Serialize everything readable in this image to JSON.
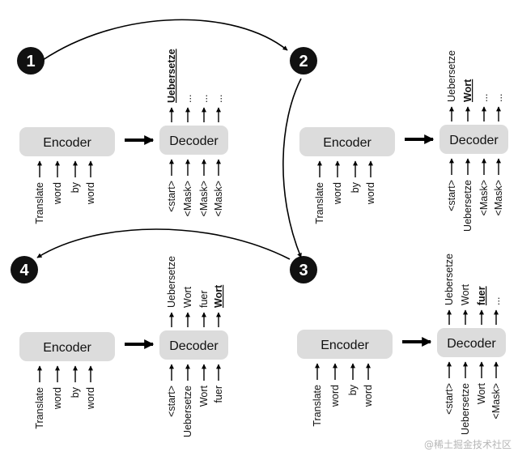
{
  "encoder_label": "Encoder",
  "decoder_label": "Decoder",
  "steps": [
    {
      "number": "1",
      "inputs": [
        "Translate",
        "word",
        "by",
        "word"
      ],
      "decoder_inputs": [
        "<start>",
        "<Mask>",
        "<Mask>",
        "<Mask>"
      ],
      "outputs": [
        "Uebersetze",
        "...",
        "...",
        "..."
      ],
      "highlight_index": 0
    },
    {
      "number": "2",
      "inputs": [
        "Translate",
        "word",
        "by",
        "word"
      ],
      "decoder_inputs": [
        "<start>",
        "Uebersetze",
        "<Mask>",
        "<Mask>"
      ],
      "outputs": [
        "Uebersetze",
        "Wort",
        "...",
        "..."
      ],
      "highlight_index": 1
    },
    {
      "number": "3",
      "inputs": [
        "Translate",
        "word",
        "by",
        "word"
      ],
      "decoder_inputs": [
        "<start>",
        "Uebersetze",
        "Wort",
        "<Mask>"
      ],
      "outputs": [
        "Uebersetze",
        "Wort",
        "fuer",
        "..."
      ],
      "highlight_index": 2
    },
    {
      "number": "4",
      "inputs": [
        "Translate",
        "word",
        "by",
        "word"
      ],
      "decoder_inputs": [
        "<start>",
        "Uebersetze",
        "Wort",
        "fuer"
      ],
      "outputs": [
        "Uebersetze",
        "Wort",
        "fuer",
        "Wort"
      ],
      "highlight_index": 3
    }
  ],
  "watermark": "@稀土掘金技术社区"
}
